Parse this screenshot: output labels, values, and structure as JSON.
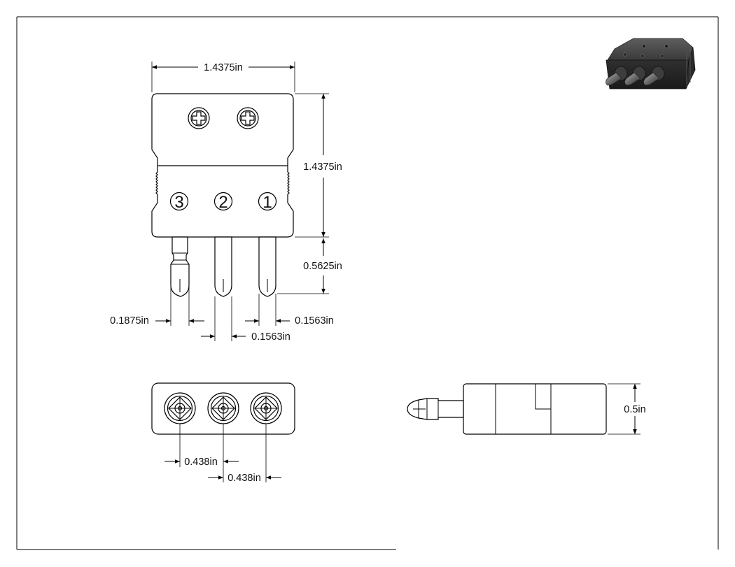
{
  "drawing": {
    "front_view": {
      "pin_labels": [
        "3",
        "2",
        "1"
      ],
      "dims": {
        "overall_width": "1.4375in",
        "body_height": "1.4375in",
        "pin_length": "0.5625in",
        "pin_width": "0.1875in",
        "pin_tip_right": "0.1563in",
        "pin_tip_center": "0.1563in"
      }
    },
    "bottom_view": {
      "dims": {
        "spacing_left": "0.438in",
        "spacing_right": "0.438in"
      }
    },
    "side_view": {
      "dims": {
        "thickness": "0.5in"
      }
    }
  }
}
